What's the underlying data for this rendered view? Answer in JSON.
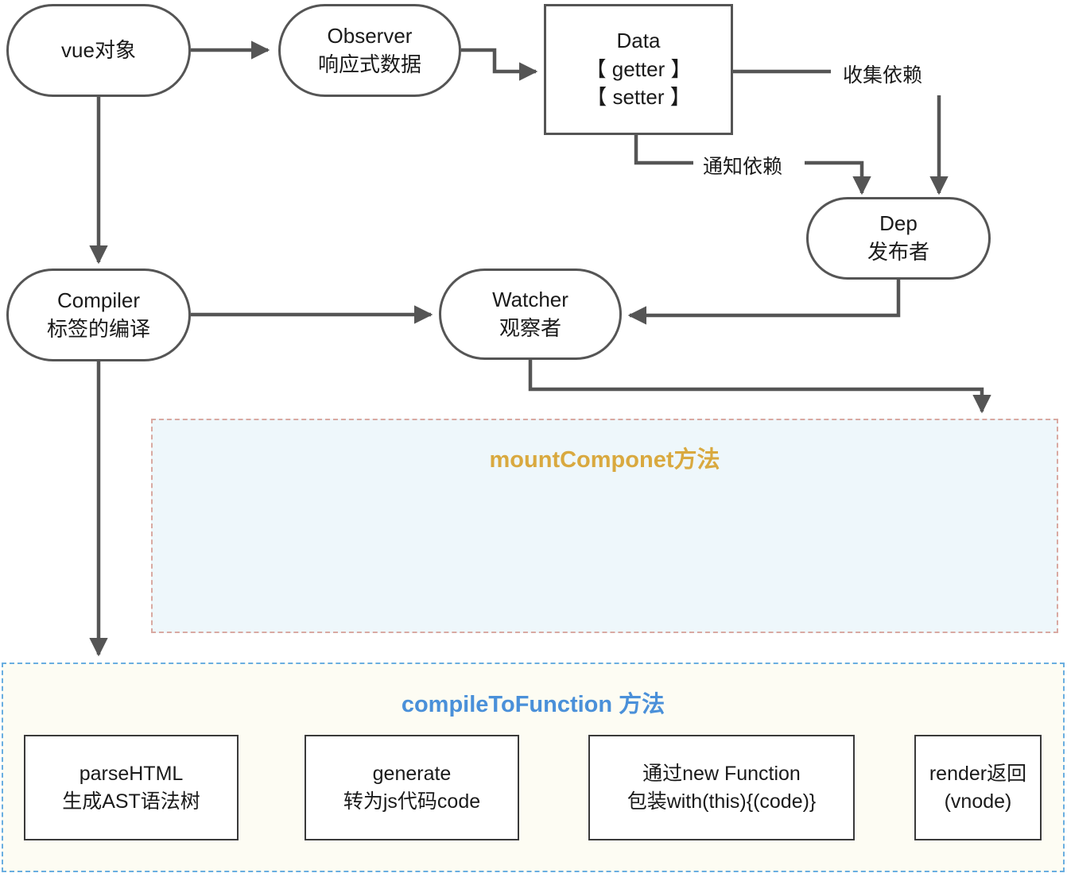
{
  "diagram": {
    "title": "Vue reactivity and compilation flow",
    "colors": {
      "node_border": "#555555",
      "node_fill": "#ffffff",
      "edge": "#555555",
      "mount_group_fill": "#eef7fb",
      "mount_group_border": "#d9a9a2",
      "mount_group_title": "#d9a93f",
      "compile_group_fill": "#fdfcf3",
      "compile_group_border": "#6aaee0",
      "compile_group_title": "#4a90d9"
    },
    "nodes": {
      "vue": {
        "line1": "vue对象"
      },
      "observer": {
        "line1": "Observer",
        "line2": "响应式数据"
      },
      "data": {
        "line1": "Data",
        "line2": "【 getter 】",
        "line3": "【 setter 】"
      },
      "dep": {
        "line1": "Dep",
        "line2": "发布者"
      },
      "compiler": {
        "line1": "Compiler",
        "line2": "标签的编译"
      },
      "watcher": {
        "line1": "Watcher",
        "line2": "观察者"
      },
      "parse_html": {
        "line1": "parseHTML",
        "line2": "生成AST语法树"
      },
      "generate": {
        "line1": "generate",
        "line2": "转为js代码code"
      },
      "new_function": {
        "line1": "通过new Function",
        "line2": "包装with(this){(code)}"
      },
      "render": {
        "line1": "render返回",
        "line2": "(vnode)"
      }
    },
    "edge_labels": {
      "collect_dependency": "收集依赖",
      "notify_dependency": "通知依赖"
    },
    "groups": {
      "mount": {
        "title": "mountComponet方法"
      },
      "compile": {
        "title": "compileToFunction 方法"
      }
    }
  }
}
